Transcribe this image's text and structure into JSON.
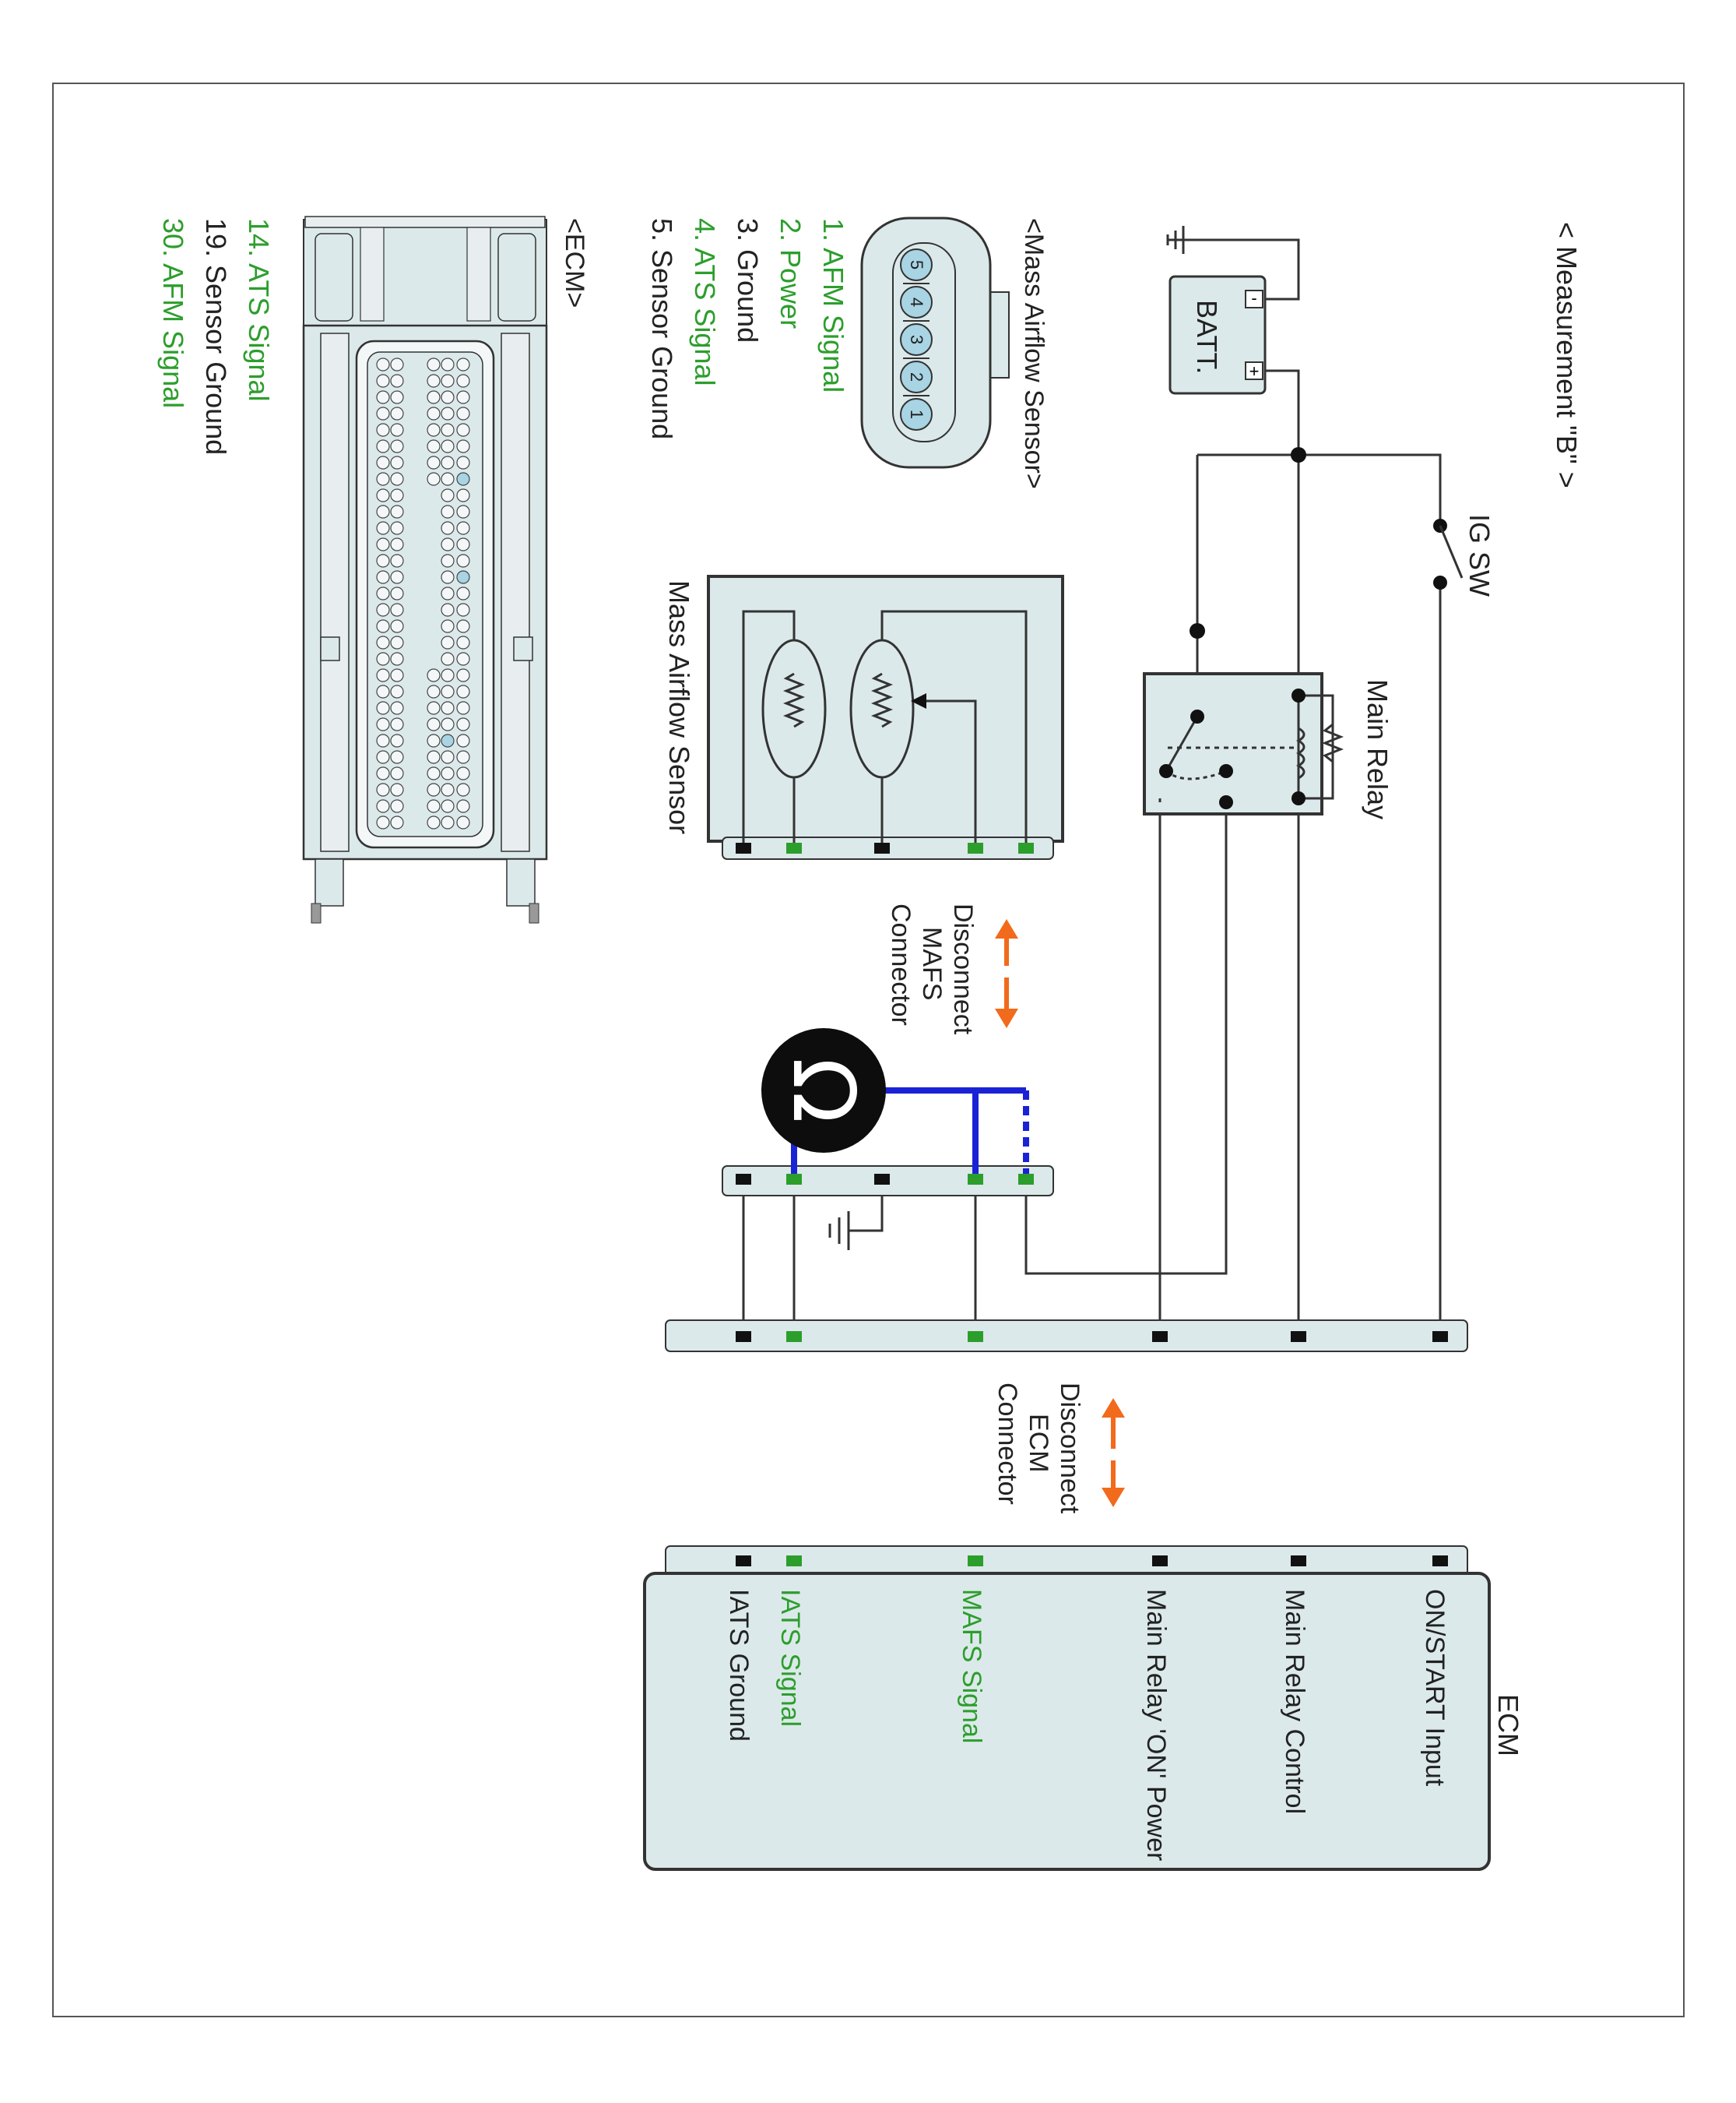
{
  "title": "< Measurement \"B\" >",
  "colors": {
    "wire": "#333333",
    "green": "#2c9e2c",
    "blue": "#1a22d6",
    "orange": "#f26a1b",
    "panel": "#dce9ea",
    "pin_blue": "#a8d4e4"
  },
  "components": {
    "battery": "BATT.",
    "ig_switch": "IG SW",
    "main_relay": "Main Relay",
    "mafs_block": "Mass Airflow Sensor",
    "ecm_block": "ECM"
  },
  "disconnect_labels": {
    "mafs": [
      "Disconnect",
      "MAFS",
      "Connector"
    ],
    "ecm": [
      "Disconnect",
      "ECM",
      "Connector"
    ]
  },
  "ecm_pins": [
    {
      "label": "ON/START Input",
      "highlight": false
    },
    {
      "label": "Main Relay Control",
      "highlight": false
    },
    {
      "label": "Main Relay 'ON' Power",
      "highlight": false
    },
    {
      "label": "MAFS Signal",
      "highlight": true
    },
    {
      "label": "IATS Signal",
      "highlight": true
    },
    {
      "label": "IATS Ground",
      "highlight": false
    }
  ],
  "mafs_connector": {
    "title": "<Mass Airflow Sensor>",
    "pin_numbers": [
      "5",
      "4",
      "3",
      "2",
      "1"
    ],
    "pins": [
      {
        "label": "1. AFM Signal",
        "highlight": true
      },
      {
        "label": "2. Power",
        "highlight": true
      },
      {
        "label": "3. Ground",
        "highlight": false
      },
      {
        "label": "4. ATS Signal",
        "highlight": true
      },
      {
        "label": "5. Sensor Ground",
        "highlight": false
      }
    ]
  },
  "ecm_connector": {
    "title": "<ECM>",
    "pins": [
      {
        "label": "14. ATS Signal",
        "highlight": true
      },
      {
        "label": "19. Sensor Ground",
        "highlight": false
      },
      {
        "label": "30. AFM Signal",
        "highlight": true
      }
    ]
  }
}
